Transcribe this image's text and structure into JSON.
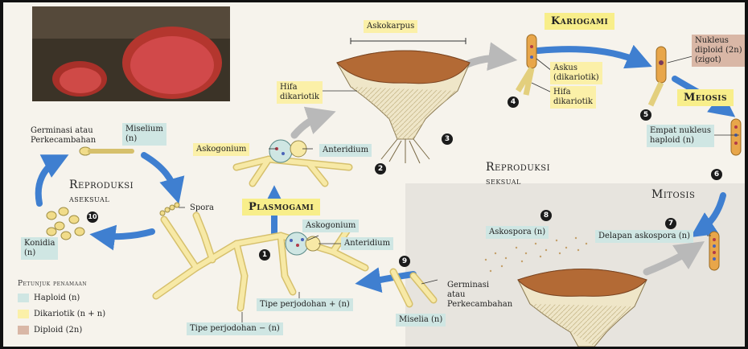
{
  "stages": {
    "kariogami": "Kariogami",
    "meiosis": "Meiosis",
    "mitosis": "Mitosis",
    "plasmogami": "Plasmogami"
  },
  "phases": {
    "sexual": [
      "Reproduksi",
      "seksual"
    ],
    "asexual": [
      "Reproduksi",
      "aseksual"
    ]
  },
  "labels": {
    "askokarpus": "Askokarpus",
    "hifa_dikariotik_left": "Hifa\ndikariotik",
    "askus": "Askus\n(dikariotik)",
    "hifa_dikariotik_right": "Hifa\ndikariotik",
    "nukleus_diploid": "Nukleus\ndiploid (2n)\n(zigot)",
    "empat_nukleus": "Empat nukleus\nhaploid (n)",
    "delapan_askospora": "Delapan askospora (n)",
    "askospora": "Askospora (n)",
    "germinasi_right": "Germinasi\natau\nPerkecambahan",
    "miselia": "Miselia (n)",
    "tipe_plus": "Tipe perjodohan + (n)",
    "tipe_minus": "Tipe perjodohan − (n)",
    "askogonium_top": "Askogonium",
    "anteridium_top": "Anteridium",
    "askogonium_bottom": "Askogonium",
    "anteridium_bottom": "Anteridium",
    "germinasi_left": "Germinasi atau\nPerkecambahan",
    "miselium": "Miselium\n(n)",
    "spora": "Spora",
    "konidia": "Konidia\n(n)"
  },
  "step_numbers": [
    "1",
    "2",
    "3",
    "4",
    "5",
    "6",
    "7",
    "8",
    "9",
    "10"
  ],
  "key": {
    "title": "Petunjuk penamaan",
    "items": [
      {
        "label": "Haploid (n)",
        "color": "#cfe6e3"
      },
      {
        "label": "Dikariotik (n + n)",
        "color": "#fbf0a8"
      },
      {
        "label": "Diploid (2n)",
        "color": "#d9b7a6"
      }
    ]
  },
  "colors": {
    "arrow_blue": "#3f7fd0",
    "arrow_grey": "#b9b9b9",
    "hypha_fill": "#f7e9a6",
    "nucleus_red": "#b23a48",
    "nucleus_blue": "#4b64b8",
    "cup_brown": "#b36a35"
  }
}
